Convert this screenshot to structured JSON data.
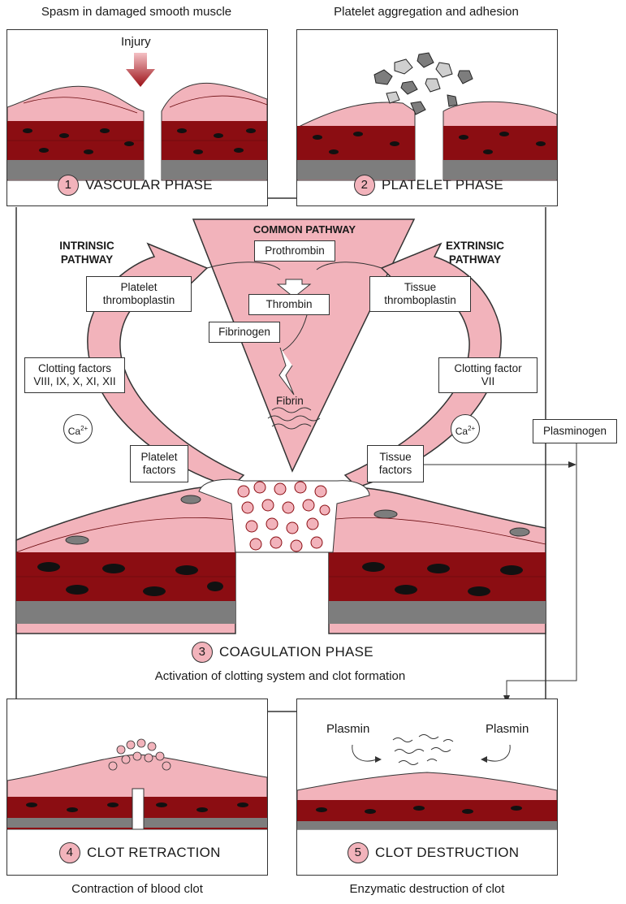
{
  "panel1": {
    "caption": "Spasm in damaged smooth muscle",
    "injury": "Injury",
    "number": "1",
    "phase": "VASCULAR PHASE"
  },
  "panel2": {
    "caption": "Platelet aggregation and adhesion",
    "number": "2",
    "phase": "PLATELET PHASE"
  },
  "panel3": {
    "number": "3",
    "phase": "COAGULATION PHASE",
    "caption": "Activation of clotting system and clot formation",
    "common_pathway": "COMMON PATHWAY",
    "intrinsic": {
      "title_line1": "INTRINSIC",
      "title_line2": "PATHWAY",
      "thromboplastin": [
        "Platelet",
        "thromboplastin"
      ],
      "factors": [
        "Clotting factors",
        "VIII, IX, X, XI, XII"
      ],
      "ca": "Ca",
      "ca_sup": "2+",
      "platelet_factors": [
        "Platelet",
        "factors"
      ]
    },
    "extrinsic": {
      "title_line1": "EXTRINSIC",
      "title_line2": "PATHWAY",
      "thromboplastin": [
        "Tissue",
        "thromboplastin"
      ],
      "factor": [
        "Clotting factor",
        "VII"
      ],
      "ca": "Ca",
      "ca_sup": "2+",
      "tissue_factors": [
        "Tissue",
        "factors"
      ]
    },
    "prothrombin": "Prothrombin",
    "thrombin": "Thrombin",
    "fibrinogen": "Fibrinogen",
    "fibrin": "Fibrin",
    "plasminogen": "Plasminogen"
  },
  "panel4": {
    "number": "4",
    "phase": "CLOT RETRACTION",
    "caption": "Contraction of blood clot"
  },
  "panel5": {
    "number": "5",
    "phase": "CLOT DESTRUCTION",
    "caption": "Enzymatic destruction of clot",
    "plasmin_left": "Plasmin",
    "plasmin_right": "Plasmin"
  },
  "colors": {
    "pink": "#f2b3bb",
    "muscle": "#8b0d12",
    "grey": "#7d7d7d",
    "light_grey": "#cfcfcf",
    "arrow": "#9b1016"
  },
  "icons": [
    "injury-arrow-icon",
    "platelet-icon",
    "fibrin-icon",
    "clot-icon"
  ]
}
